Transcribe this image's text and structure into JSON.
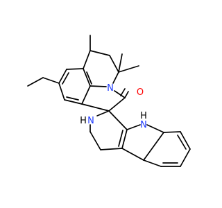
{
  "colors": {
    "bond": "#000000",
    "nitrogen": "#1f3bff",
    "oxygen": "#ff0000",
    "background": "#ffffff"
  },
  "atom_labels": {
    "n_lactam": "N",
    "o_carbonyl": "O",
    "nh_indole": "N",
    "h_indole": "H",
    "nh_ring": "N",
    "h_ring": "H"
  }
}
